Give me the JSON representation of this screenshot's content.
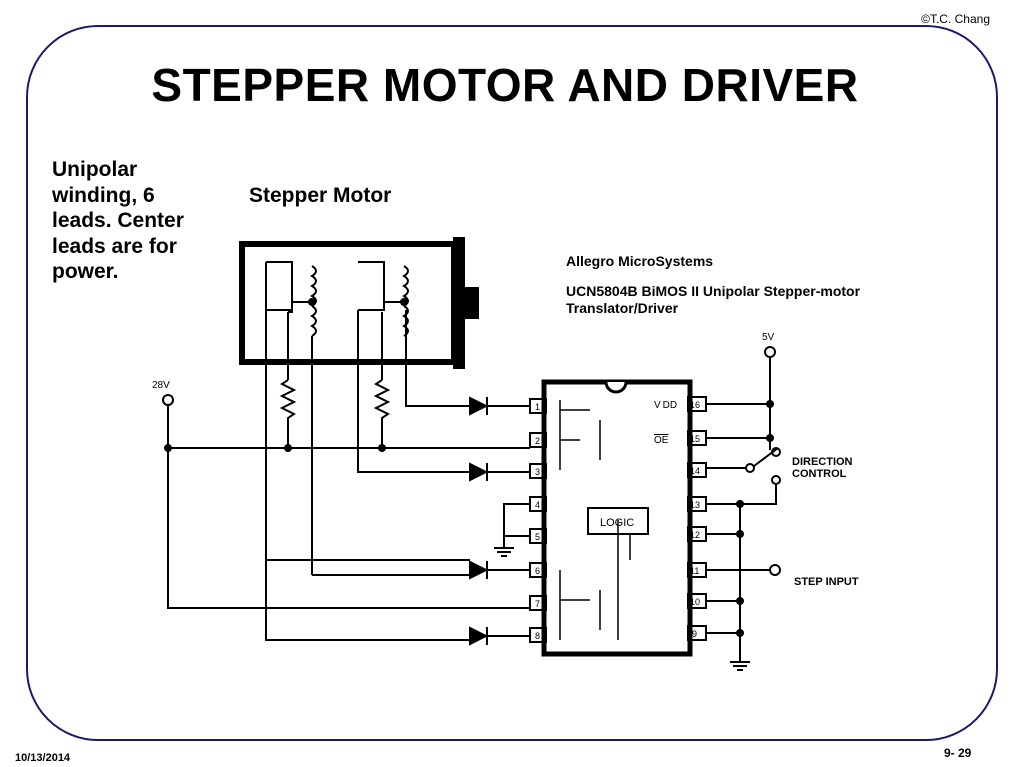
{
  "header": {
    "copyright": "©T.C. Chang"
  },
  "slide": {
    "title": "STEPPER MOTOR AND DRIVER",
    "bullet": "Unipolar winding, 6 leads. Center leads are for power.",
    "motor_label": "Stepper Motor",
    "chip_maker": "Allegro MicroSystems",
    "chip_description": "UCN5804B  BiMOS II Unipolar Stepper-motor Translator/Driver"
  },
  "schematic": {
    "supply_high": "28V",
    "supply_logic": "5V",
    "ic_label": "LOGIC",
    "vdd_label": "V DD",
    "oe_label": "OE",
    "direction_label_1": "DIRECTION",
    "direction_label_2": "CONTROL",
    "step_label": "STEP INPUT",
    "left_pins": [
      "1",
      "2",
      "3",
      "4",
      "5",
      "6",
      "7",
      "8"
    ],
    "right_pins": [
      "16",
      "15",
      "14",
      "13",
      "12",
      "11",
      "10",
      "9"
    ]
  },
  "footer": {
    "date": "10/13/2014",
    "page": "9- 29"
  }
}
